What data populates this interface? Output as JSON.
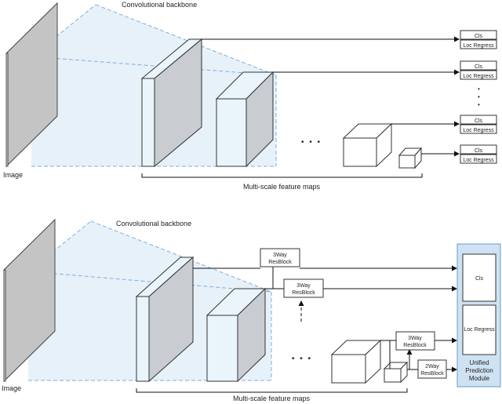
{
  "top": {
    "backbone_label": "Convolutional backbone",
    "image_label": "Image",
    "feature_maps_label": "Multi-scale feature maps",
    "ellipsis": "• • •",
    "vertical_dots": [
      "•",
      "•",
      "•"
    ],
    "heads": [
      {
        "cls": "Cls",
        "loc": "Loc Regress"
      },
      {
        "cls": "Cls",
        "loc": "Loc Regress"
      },
      {
        "cls": "Cls",
        "loc": "Loc Regress"
      },
      {
        "cls": "Cls",
        "loc": "Loc Regress"
      }
    ]
  },
  "bottom": {
    "backbone_label": "Convolutional backbone",
    "image_label": "Image",
    "feature_maps_label": "Multi-scale feature maps",
    "ellipsis": "• • •",
    "resblock_a": [
      "3Way",
      "ResBlock"
    ],
    "resblock_b": [
      "3Way",
      "ResBlock"
    ],
    "resblock_c": [
      "3Way",
      "ResBlock"
    ],
    "resblock_d": [
      "2Way",
      "ResBlock"
    ],
    "upm_cls": "Cls",
    "upm_loc": "Loc Regress",
    "upm_title": [
      "Unified",
      "Prediction",
      "Module"
    ]
  },
  "colors": {
    "frustum": "#7fb0d8",
    "frustum_fill": "#e3eff9",
    "slab_gray": "#c4c4c4",
    "upm_fill": "#cfe2f3",
    "upm_stroke": "#6a9cc8"
  }
}
